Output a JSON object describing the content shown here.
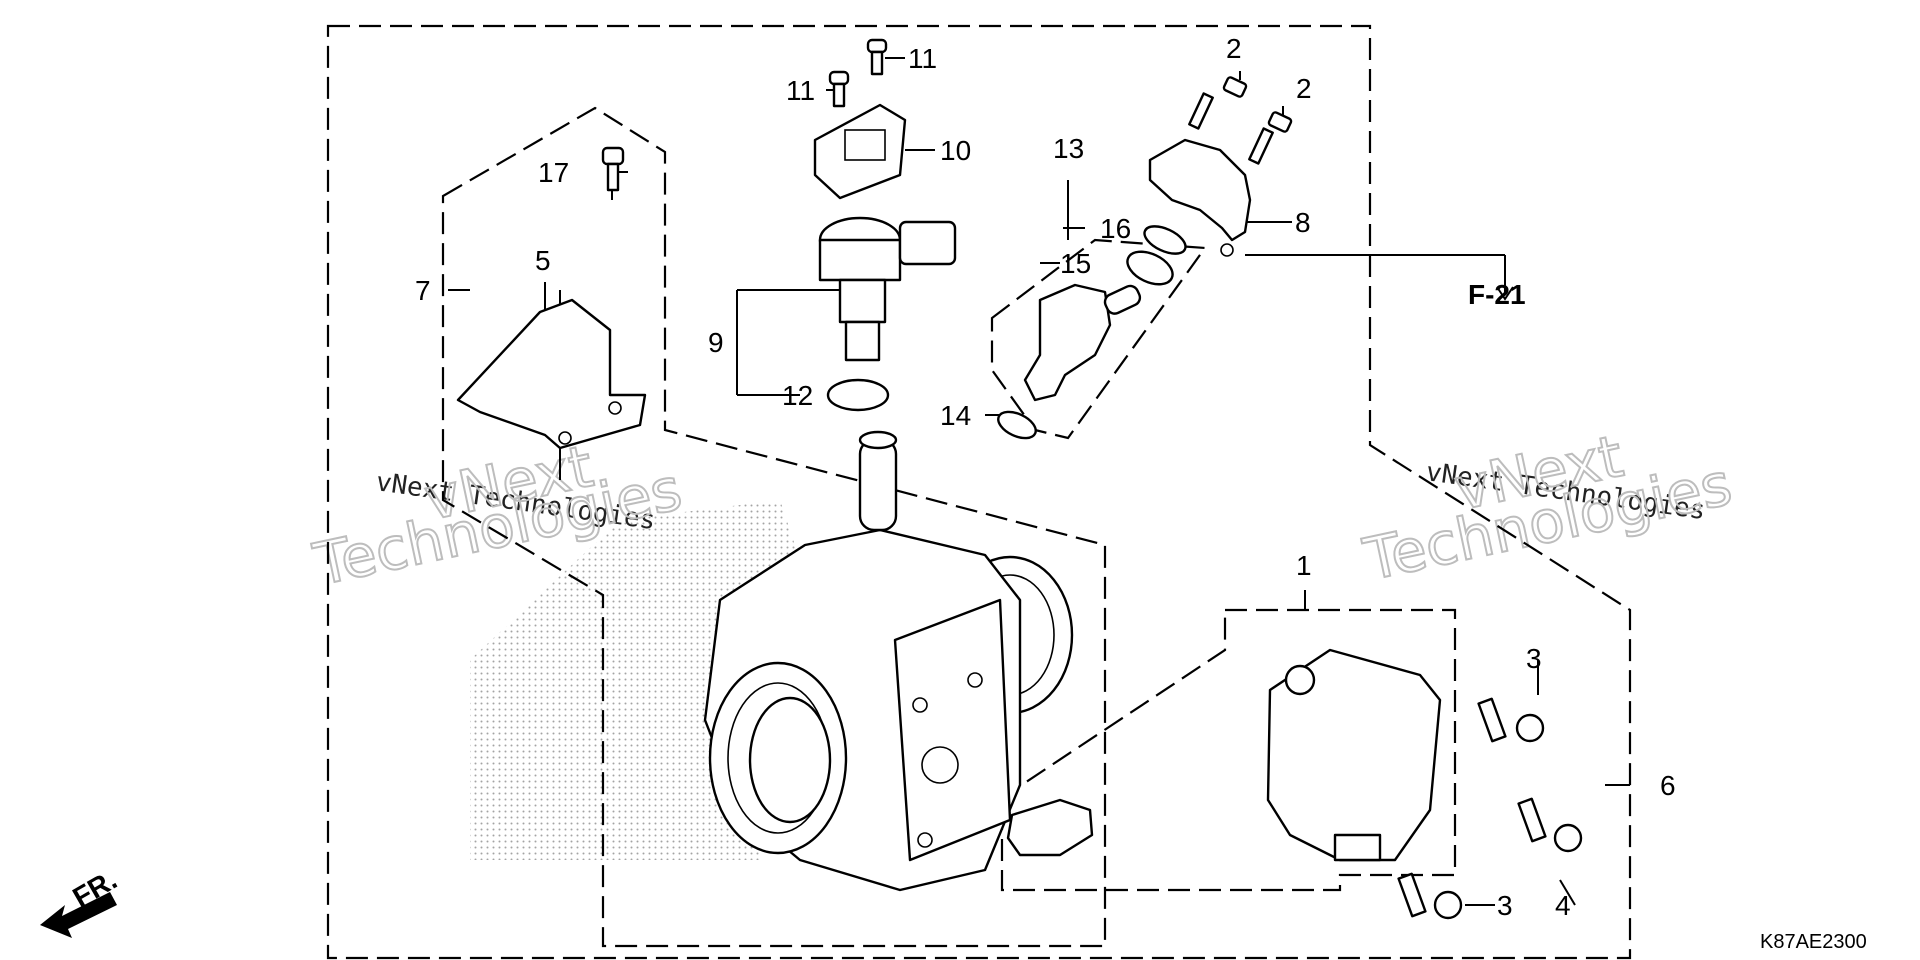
{
  "diagram": {
    "callouts": {
      "c1": "1",
      "c2a": "2",
      "c2b": "2",
      "c3a": "3",
      "c3b": "3",
      "c4": "4",
      "c5": "5",
      "c6": "6",
      "c7": "7",
      "c8": "8",
      "c9": "9",
      "c10": "10",
      "c11a": "11",
      "c11b": "11",
      "c12": "12",
      "c13": "13",
      "c14": "14",
      "c15": "15",
      "c16": "16",
      "c17": "17"
    },
    "reference": "F-21",
    "front_marker": "FR.",
    "drawing_code": "K87AE2300"
  },
  "watermark": {
    "line": "vNext Technologies",
    "word1": "vNext",
    "word2": "Technologies"
  },
  "colors": {
    "ink": "#000000",
    "watermark": "#bdbdbd",
    "background": "#ffffff"
  }
}
